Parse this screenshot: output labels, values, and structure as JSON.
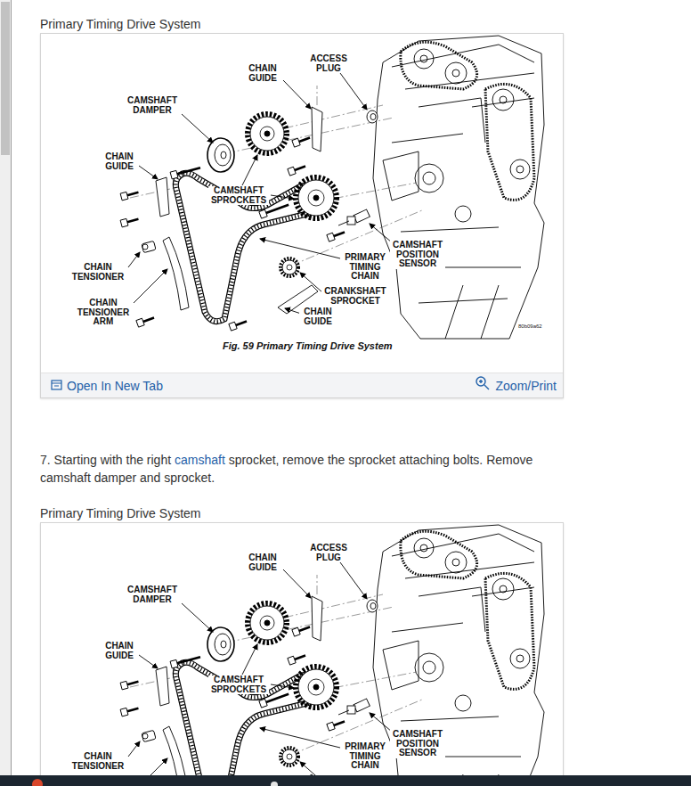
{
  "diagram": {
    "caption": "Fig. 59 Primary Timing Drive System",
    "labels": [
      "Primary Timing Drive System",
      "CHAIN GUIDE",
      "ACCESS PLUG",
      "CAMSHAFT DAMPER",
      "CHAIN GUIDE",
      "CAMSHAFT SPROCKETS",
      "CHAIN TENSIONER",
      "CHAIN TENSIONER ARM",
      "PRIMARY TIMING CHAIN",
      "CAMSHAFT POSITION SENSOR",
      "CRANKSHAFT SPROCKET",
      "CHAIN GUIDE",
      "80b09a62",
      "Open In New Tab",
      "Zoom/Print",
      "7. Starting with the right",
      "camshaft",
      "sprocket, remove the sprocket attaching bolts. Remove camshaft damper and sprocket.",
      "Primary Timing Drive System",
      "CHAIN GUIDE",
      "ACCESS PLUG",
      "CAMSHAFT DAMPER",
      "CHAIN GUIDE",
      "CAMSHAFT SPROCKETS",
      "CAMSHAFT POSITION SENSOR",
      "PRIMARY TIMING CHAIN",
      "CHAIN TENSIONER"
    ]
  }
}
